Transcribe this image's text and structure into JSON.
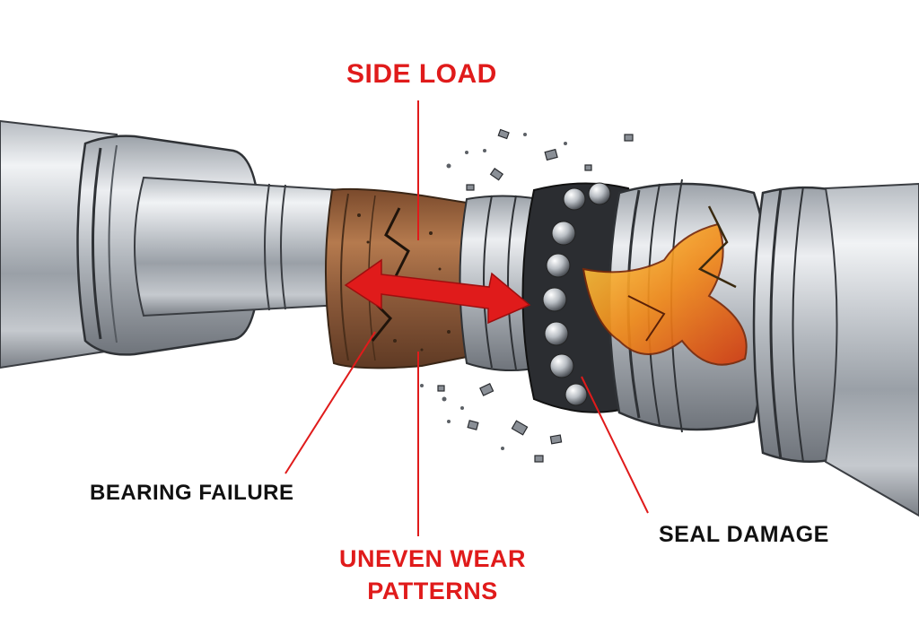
{
  "callouts": {
    "side_load": "SIDE LOAD",
    "bearing_failure": "BEARING FAILURE",
    "uneven_wear_line1": "UNEVEN WEAR",
    "uneven_wear_line2": "PATTERNS",
    "seal_damage": "SEAL DAMAGE"
  },
  "colors": {
    "accent_red": "#e01b1b",
    "label_black": "#111111",
    "steel_light": "#e9ebee",
    "steel_dark": "#6e737a",
    "rust": "#9a5a32",
    "hot_seal": "#f0a020"
  }
}
